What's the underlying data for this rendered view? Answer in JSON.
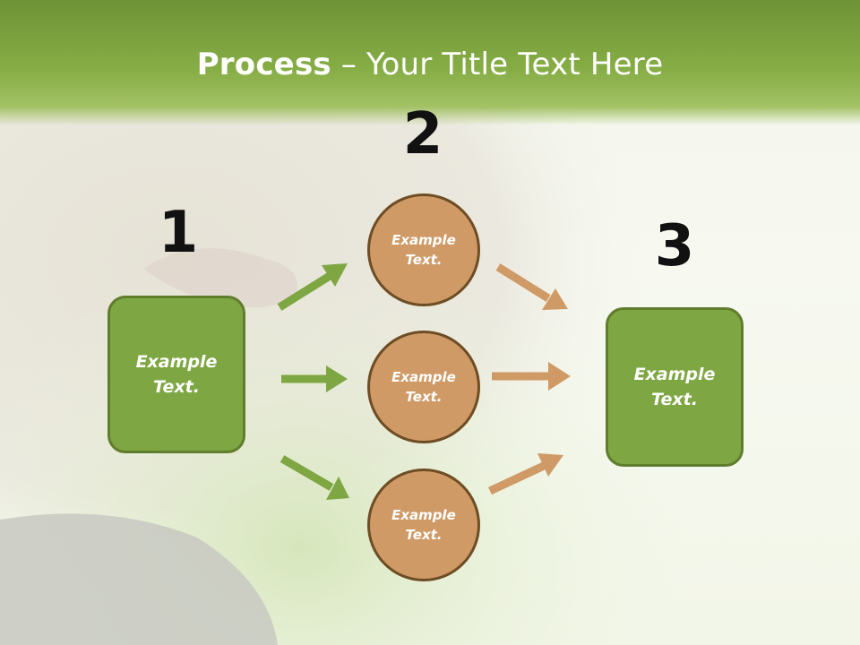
{
  "slide": {
    "title_bold": "Process",
    "title_rest": " – Your Title Text Here"
  },
  "steps": {
    "step1_number": "1",
    "step2_number": "2",
    "step3_number": "3"
  },
  "nodes": {
    "left_box": "Example\nText.",
    "circle_top": "Example\nText.",
    "circle_middle": "Example\nText.",
    "circle_bottom": "Example\nText.",
    "right_box": "Example\nText."
  },
  "colors": {
    "header_green": "#86ad45",
    "box_green": "#7ea743",
    "circle_tan": "#cf9a66",
    "arrow_green": "#7ea743",
    "arrow_tan": "#cf9a66"
  }
}
